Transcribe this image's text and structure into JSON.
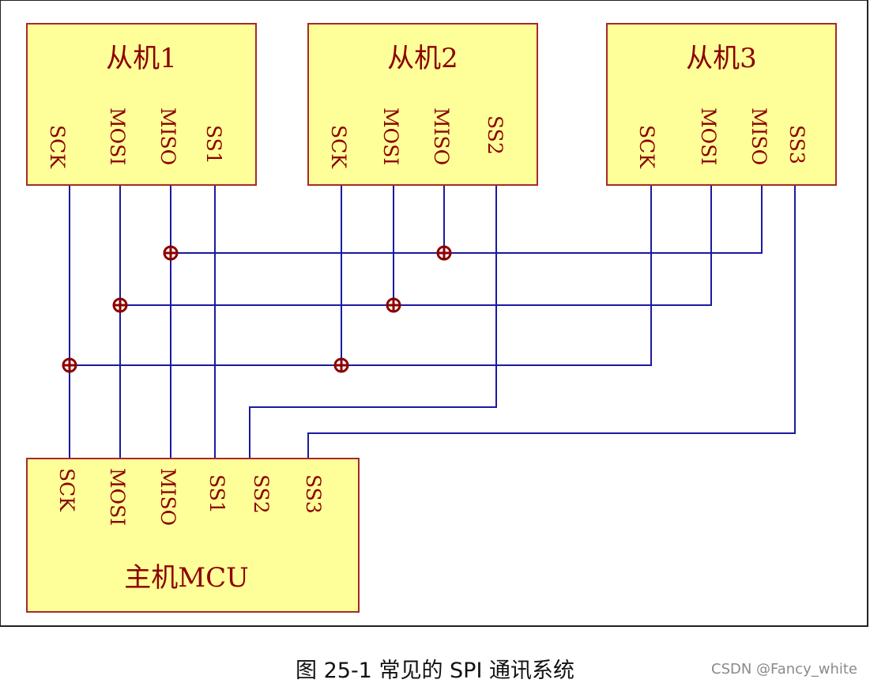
{
  "diagram": {
    "slaves": [
      {
        "title": "从机1",
        "pins": [
          "SCK",
          "MOSI",
          "MISO",
          "SS1"
        ]
      },
      {
        "title": "从机2",
        "pins": [
          "SCK",
          "MOSI",
          "MISO",
          "SS2"
        ]
      },
      {
        "title": "从机3",
        "pins": [
          "SCK",
          "MOSI",
          "MISO",
          "SS3"
        ]
      }
    ],
    "master": {
      "title": "主机MCU",
      "pins": [
        "SCK",
        "MOSI",
        "MISO",
        "SS1",
        "SS2",
        "SS3"
      ]
    },
    "colors": {
      "box_fill": "#ffff99",
      "box_border": "#a52a2a",
      "wire": "#1a1aa0",
      "junction": "#8b0000",
      "label": "#8b0000"
    }
  },
  "caption": "图 25-1 常见的 SPI 通讯系统",
  "watermark": "CSDN @Fancy_white"
}
